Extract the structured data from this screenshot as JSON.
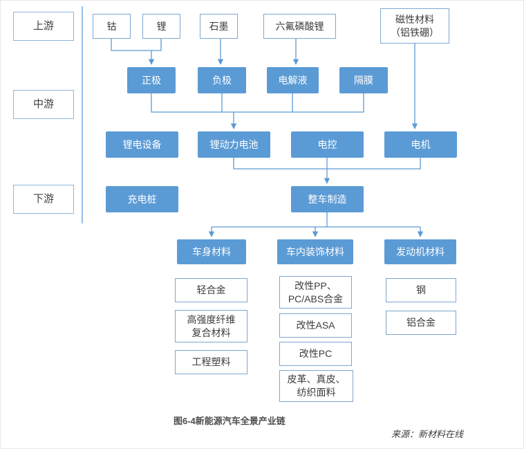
{
  "stages": {
    "upstream": {
      "label": "上游"
    },
    "midstream": {
      "label": "中游"
    },
    "downstream": {
      "label": "下游"
    }
  },
  "upstream_nodes": {
    "cobalt": "钴",
    "lithium": "锂",
    "graphite": "石墨",
    "lipf6": "六氟磷酸锂",
    "magnetic_material": "磁性材料\n（铝铁硼）"
  },
  "component_nodes": {
    "cathode": "正极",
    "anode": "负极",
    "electrolyte": "电解液",
    "separator": "隔膜"
  },
  "midstream_nodes": {
    "lithium_battery_equipment": "锂电设备",
    "lithium_power_battery": "锂动力电池",
    "electronic_control": "电控",
    "motor": "电机"
  },
  "downstream_nodes": {
    "charging_pile": "充电桩",
    "vehicle_manufacturing": "整车制造"
  },
  "material_categories": {
    "body_materials": "车身材料",
    "interior_materials": "车内装饰材料",
    "engine_materials": "发动机材料"
  },
  "body_material_items": {
    "light_alloy": "轻合金",
    "high_strength_fiber": "高强度纤维\n复合材料",
    "engineering_plastics": "工程塑料"
  },
  "interior_material_items": {
    "modified_pp": "改性PP、\nPC/ABS合金",
    "modified_asa": "改性ASA",
    "modified_pc": "改性PC",
    "leather": "皮革、真皮、\n纺织面料"
  },
  "engine_material_items": {
    "steel": "钢",
    "aluminum_alloy": "铝合金"
  },
  "caption": "图6-4新能源汽车全景产业链",
  "source": "来源：新材料在线",
  "colors": {
    "node_blue": "#5b9bd5",
    "connector": "#5b9bd5",
    "white_box_border": "#7ea6cf"
  }
}
